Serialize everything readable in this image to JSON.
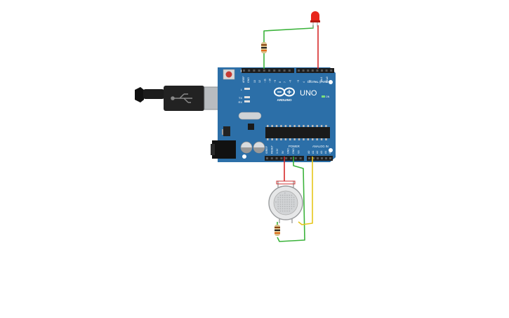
{
  "board": {
    "logo_text": "ARDUINO",
    "model": "UNO",
    "digital_header": "DIGITAL (PWM~)",
    "power_header": "POWER",
    "analog_header": "ANALOG IN",
    "led_l": "L",
    "led_tx": "TX",
    "led_rx": "RX",
    "left_pins": [
      "AREF",
      "GND"
    ],
    "digital_pins": [
      "13",
      "12",
      "~11",
      "~10",
      "~9",
      "8",
      "7",
      "~6",
      "~5",
      "4",
      "~3",
      "2",
      "TX▸1",
      "RX◂0"
    ],
    "power_pins": [
      "IOREF",
      "RESET",
      "3.3V",
      "5V",
      "GND",
      "GND",
      "Vin"
    ],
    "analog_pins": [
      "A0",
      "A1",
      "A2",
      "A3",
      "A4",
      "A5"
    ],
    "on_label": "ON"
  },
  "components": {
    "usb": "usb-b-cable",
    "led": "red-led",
    "resistor_top": "resistor",
    "resistor_bottom": "resistor",
    "gas_sensor": "gas-sensor"
  },
  "wires": {
    "led_signal": "#3bb33b",
    "led_ground": "#d62828",
    "sensor_power": "#d62828",
    "sensor_ground": "#3bb33b",
    "sensor_signal": "#e6c619",
    "sensor_ground_2": "#3bb33b"
  },
  "colors": {
    "board": "#2c6fa8",
    "board_dark": "#1f5a8c",
    "header": "#1d1d1d",
    "led_red": "#e8261c",
    "usb_metal": "#b8bcc0"
  }
}
